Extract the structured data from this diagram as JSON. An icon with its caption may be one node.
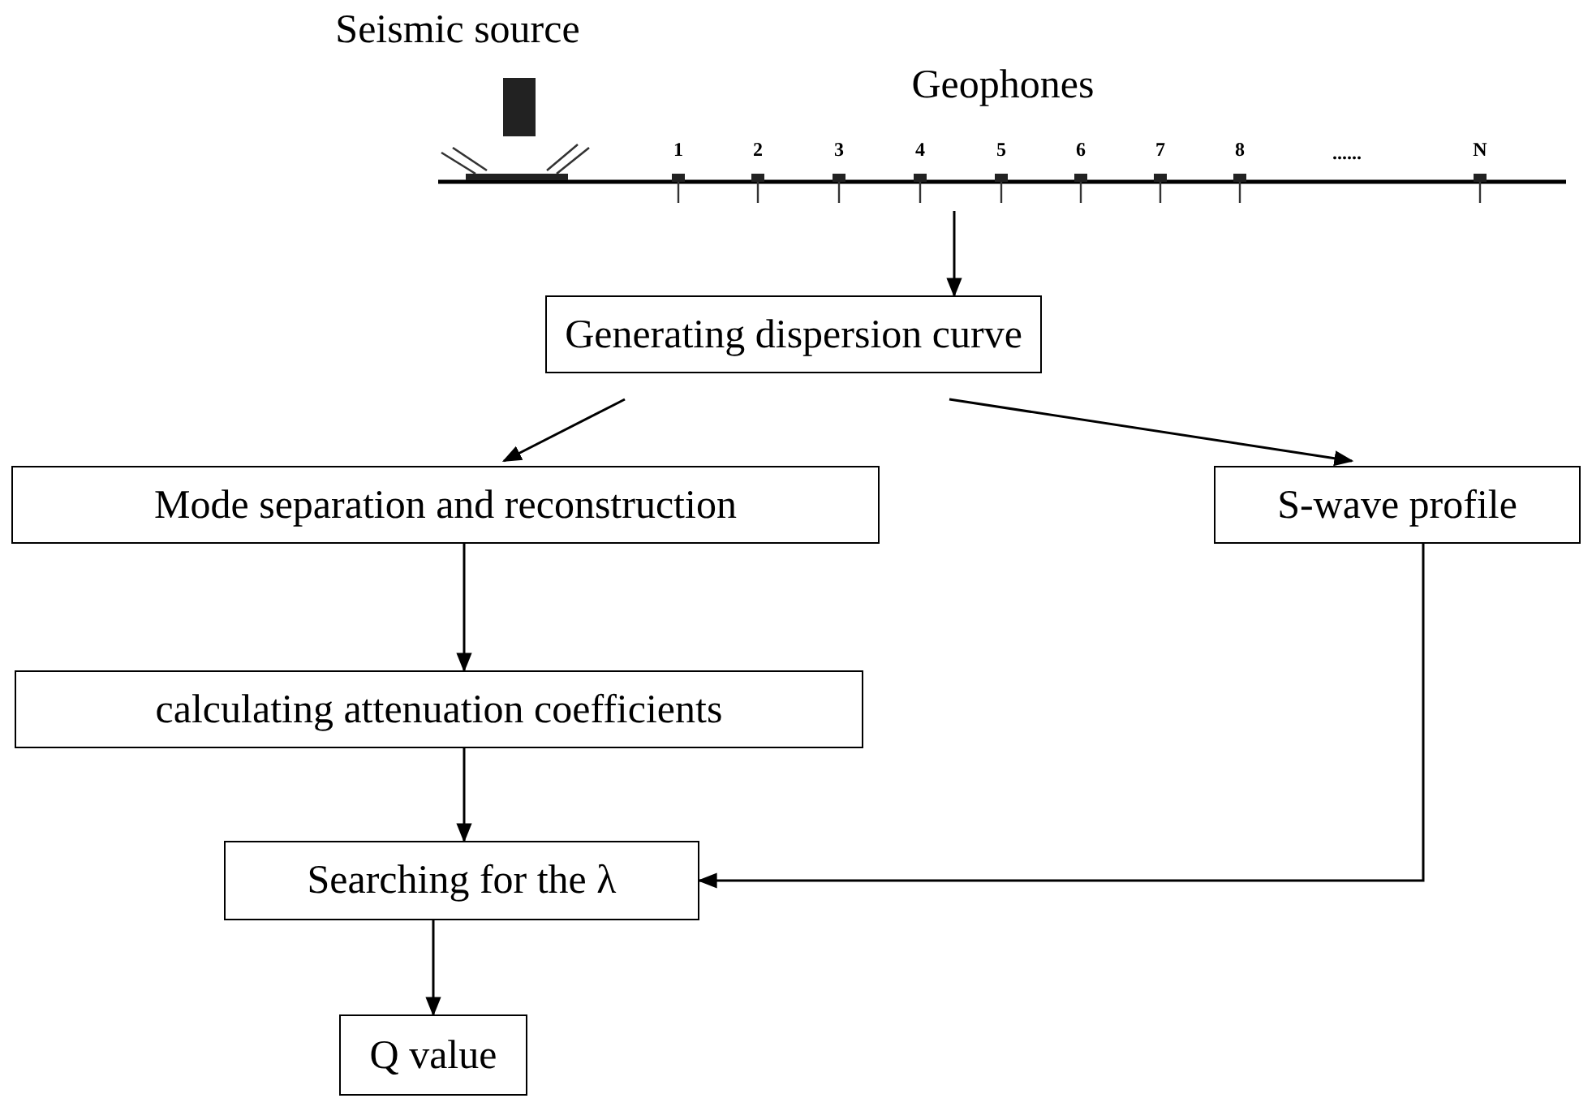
{
  "diagram": {
    "nodes": [
      {
        "text": [],
        "shape": "picture"
      },
      {
        "text": [
          "Generating dispersion curve"
        ]
      },
      {
        "text": [
          "Mode separation and reconstruction"
        ]
      },
      {
        "text": [
          "S-wave profile"
        ]
      },
      {
        "text": [
          "calculating attenuation coefficients"
        ]
      },
      {
        "text": [
          "Searching for the λ"
        ]
      },
      {
        "text": [
          "Q value"
        ]
      }
    ],
    "edges": [
      {
        "from": 0,
        "to": 1,
        "arrow": "to"
      },
      {
        "from": 1,
        "to": 2,
        "arrow": "to"
      },
      {
        "from": 1,
        "to": 3,
        "arrow": "to"
      },
      {
        "from": 2,
        "to": 4,
        "arrow": "to"
      },
      {
        "from": 4,
        "to": 5,
        "arrow": "to"
      },
      {
        "from": 3,
        "to": 5,
        "arrow": "to"
      },
      {
        "from": 5,
        "to": 6,
        "arrow": "to"
      }
    ],
    "labels": [
      "Seismic source",
      "Geophones",
      "1",
      "2",
      "3",
      "4",
      "5",
      "6",
      "7",
      "8",
      "......",
      "N"
    ]
  }
}
